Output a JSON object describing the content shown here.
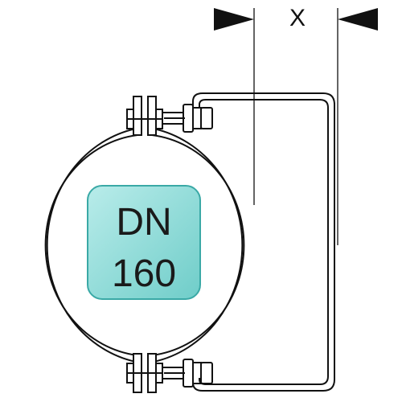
{
  "dimension": {
    "label": "X"
  },
  "badge": {
    "line1": "DN",
    "line2": "160",
    "fill_color": "#8fd9d6",
    "border_color": "#3aa9a6"
  },
  "colors": {
    "stroke": "#111111",
    "background": "#ffffff"
  }
}
